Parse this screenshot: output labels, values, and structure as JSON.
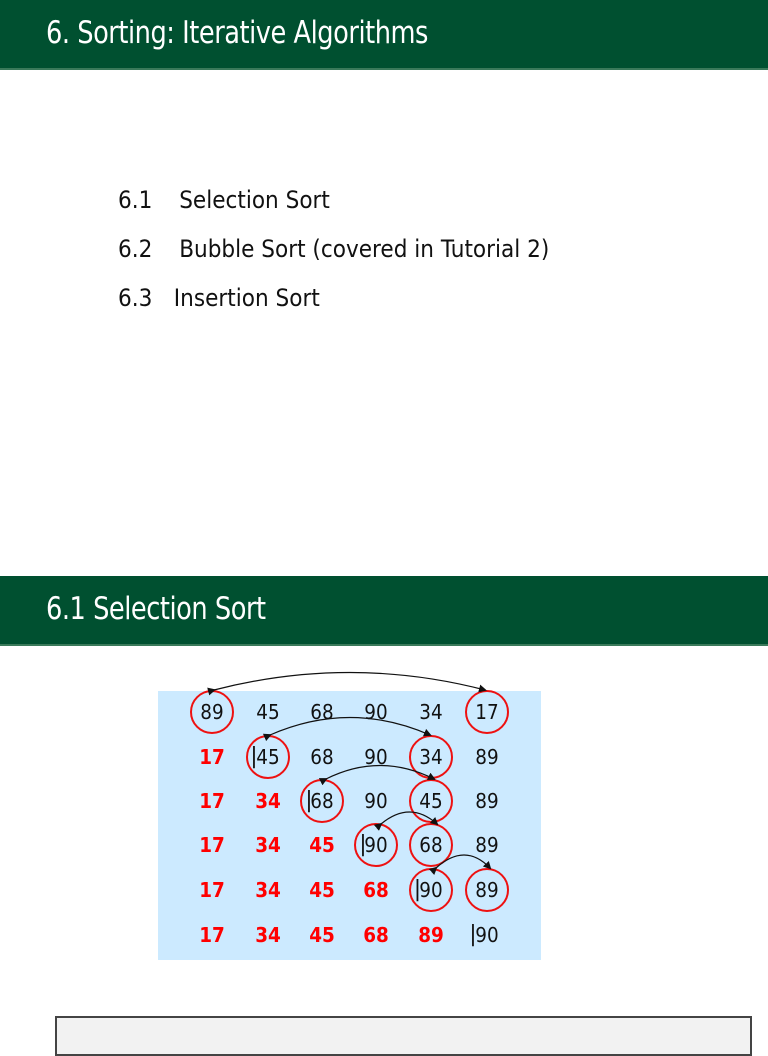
{
  "slide1": {
    "title": "6. Sorting: Iterative Algorithms",
    "toc": [
      {
        "number": "6.1",
        "label": "Selection Sort"
      },
      {
        "number": "6.2",
        "label": "Bubble Sort (covered in Tutorial 2)"
      },
      {
        "number": "6.3",
        "label": "Insertion Sort"
      }
    ]
  },
  "slide2": {
    "title": "6.1  Selection Sort",
    "diagram": {
      "rows": [
        {
          "values": [
            "89",
            "45",
            "68",
            "90",
            "34",
            "17"
          ],
          "sorted_count": 0,
          "circled": [
            0,
            5
          ]
        },
        {
          "values": [
            "17",
            "45",
            "68",
            "90",
            "34",
            "89"
          ],
          "sorted_count": 1,
          "circled": [
            1,
            4
          ]
        },
        {
          "values": [
            "17",
            "34",
            "68",
            "90",
            "45",
            "89"
          ],
          "sorted_count": 2,
          "circled": [
            2,
            4
          ]
        },
        {
          "values": [
            "17",
            "34",
            "45",
            "90",
            "68",
            "89"
          ],
          "sorted_count": 3,
          "circled": [
            3,
            4
          ]
        },
        {
          "values": [
            "17",
            "34",
            "45",
            "68",
            "90",
            "89"
          ],
          "sorted_count": 4,
          "circled": [
            4,
            5
          ]
        },
        {
          "values": [
            "17",
            "34",
            "45",
            "68",
            "89",
            "90"
          ],
          "sorted_count": 5,
          "circled": []
        }
      ],
      "separator": "|",
      "colors": {
        "background": "#cceaff",
        "sorted_text": "#ff0000",
        "circle": "#ee1111",
        "unsorted_text": "#111111"
      }
    }
  },
  "theme": {
    "header_bg": "#005030",
    "header_text": "#ffffff"
  }
}
